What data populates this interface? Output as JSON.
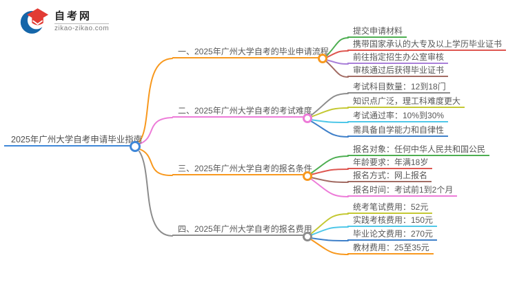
{
  "logo": {
    "site_name": "自考网",
    "site_url": "zikao-zikao.com",
    "icon": "graduation-cap-icon",
    "icon_blue": "#1566A9",
    "icon_red": "#E23B34"
  },
  "mindmap": {
    "root": {
      "label": "2025年广州大学自考申请毕业指南",
      "color": "#3E87D8"
    },
    "branches": [
      {
        "label": "一、2025年广州大学自考的毕业申请流程",
        "color": "#F8981D",
        "children": [
          {
            "label": "提交申请材料",
            "color": "#4DAE51"
          },
          {
            "label": "携带国家承认的大专及以上学历毕业证书",
            "color": "#DE5650"
          },
          {
            "label": "前往指定招生办公室审核",
            "color": "#A97FD9"
          },
          {
            "label": "审核通过后获得毕业证书",
            "color": "#A26B63"
          }
        ]
      },
      {
        "label": "二、2025年广州大学自考的考试难度",
        "color": "#ED7BD8",
        "children": [
          {
            "label": "考试科目数量：12到18门",
            "color": "#8C8C8C"
          },
          {
            "label": "知识点广泛，理工科难度更大",
            "color": "#C4C832"
          },
          {
            "label": "考试通过率：10%到30%",
            "color": "#4EC7E8"
          },
          {
            "label": "需具备自学能力和自律性",
            "color": "#3E7FC9"
          }
        ]
      },
      {
        "label": "三、2025年广州大学自考的报名条件",
        "color": "#F8981D",
        "children": [
          {
            "label": "报名对象：任何中华人民共和国公民",
            "color": "#4DAE51"
          },
          {
            "label": "年龄要求：年满18岁",
            "color": "#DE5650"
          },
          {
            "label": "报名方式：网上报名",
            "color": "#A26B63"
          },
          {
            "label": "报名时间：考试前1到2个月",
            "color": "#ED7BD8"
          }
        ]
      },
      {
        "label": "四、2025年广州大学自考的报名费用",
        "color": "#8C8C8C",
        "children": [
          {
            "label": "统考笔试费用：52元",
            "color": "#C4C832"
          },
          {
            "label": "实践考核费用：150元",
            "color": "#4EC7E8"
          },
          {
            "label": "毕业论文费用：270元",
            "color": "#3E7FC9"
          },
          {
            "label": "教材费用：25至35元",
            "color": "#F8981D"
          }
        ]
      }
    ]
  }
}
